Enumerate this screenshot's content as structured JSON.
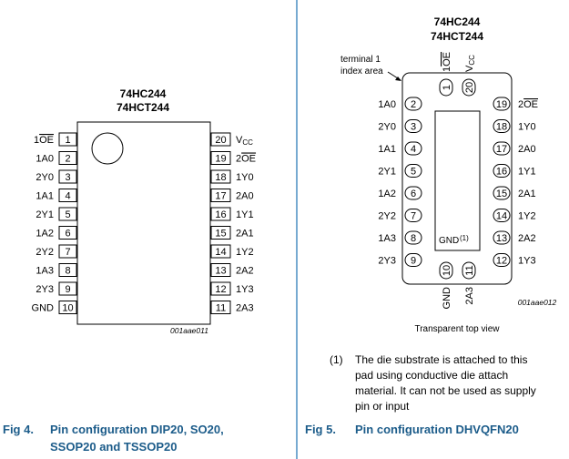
{
  "fig4": {
    "chip_title_1": "74HC244",
    "chip_title_2": "74HCT244",
    "diagram_code": "001aae011",
    "left_pins": [
      {
        "label": "1OE",
        "num": "1",
        "overline": true
      },
      {
        "label": "1A0",
        "num": "2"
      },
      {
        "label": "2Y0",
        "num": "3"
      },
      {
        "label": "1A1",
        "num": "4"
      },
      {
        "label": "2Y1",
        "num": "5"
      },
      {
        "label": "1A2",
        "num": "6"
      },
      {
        "label": "2Y2",
        "num": "7"
      },
      {
        "label": "1A3",
        "num": "8"
      },
      {
        "label": "2Y3",
        "num": "9"
      },
      {
        "label": "GND",
        "num": "10"
      }
    ],
    "right_pins": [
      {
        "label": "VCC",
        "num": "20",
        "vcc": true
      },
      {
        "label": "2OE",
        "num": "19",
        "overline": true
      },
      {
        "label": "1Y0",
        "num": "18"
      },
      {
        "label": "2A0",
        "num": "17"
      },
      {
        "label": "1Y1",
        "num": "16"
      },
      {
        "label": "2A1",
        "num": "15"
      },
      {
        "label": "1Y2",
        "num": "14"
      },
      {
        "label": "2A2",
        "num": "13"
      },
      {
        "label": "1Y3",
        "num": "12"
      },
      {
        "label": "2A3",
        "num": "11"
      }
    ],
    "caption_number": "Fig 4.",
    "caption_line1": "Pin configuration DIP20, SO20,",
    "caption_line2": "SSOP20 and TSSOP20"
  },
  "fig5": {
    "chip_title_1": "74HC244",
    "chip_title_2": "74HCT244",
    "index_label_1": "terminal 1",
    "index_label_2": "index area",
    "diagram_code": "001aae012",
    "top_pins": [
      {
        "label": "1OE",
        "num": "1",
        "overline": true
      },
      {
        "label": "VCC",
        "num": "20",
        "vcc": true
      }
    ],
    "bottom_pins": [
      {
        "label": "GND",
        "num": "10"
      },
      {
        "label": "2A3",
        "num": "11"
      }
    ],
    "left_pins": [
      {
        "label": "1A0",
        "num": "2"
      },
      {
        "label": "2Y0",
        "num": "3"
      },
      {
        "label": "1A1",
        "num": "4"
      },
      {
        "label": "2Y1",
        "num": "5"
      },
      {
        "label": "1A2",
        "num": "6"
      },
      {
        "label": "2Y2",
        "num": "7"
      },
      {
        "label": "1A3",
        "num": "8"
      },
      {
        "label": "2Y3",
        "num": "9"
      }
    ],
    "right_pins": [
      {
        "label": "2OE",
        "num": "19",
        "overline": true
      },
      {
        "label": "1Y0",
        "num": "18"
      },
      {
        "label": "2A0",
        "num": "17"
      },
      {
        "label": "1Y1",
        "num": "16"
      },
      {
        "label": "2A1",
        "num": "15"
      },
      {
        "label": "1Y2",
        "num": "14"
      },
      {
        "label": "2A2",
        "num": "13"
      },
      {
        "label": "1Y3",
        "num": "12"
      }
    ],
    "pad_label": "GND",
    "pad_note_ref": "(1)",
    "view_label": "Transparent top view",
    "note_ref": "(1)",
    "note_lines": [
      "The die substrate is attached to this",
      "pad using conductive die attach",
      "material. It can not be used as supply",
      "pin or input"
    ],
    "caption_number": "Fig 5.",
    "caption_line1": "Pin configuration DHVQFN20"
  },
  "colors": {
    "caption": "#1c5c8a",
    "divider": "#4a8ec2"
  }
}
